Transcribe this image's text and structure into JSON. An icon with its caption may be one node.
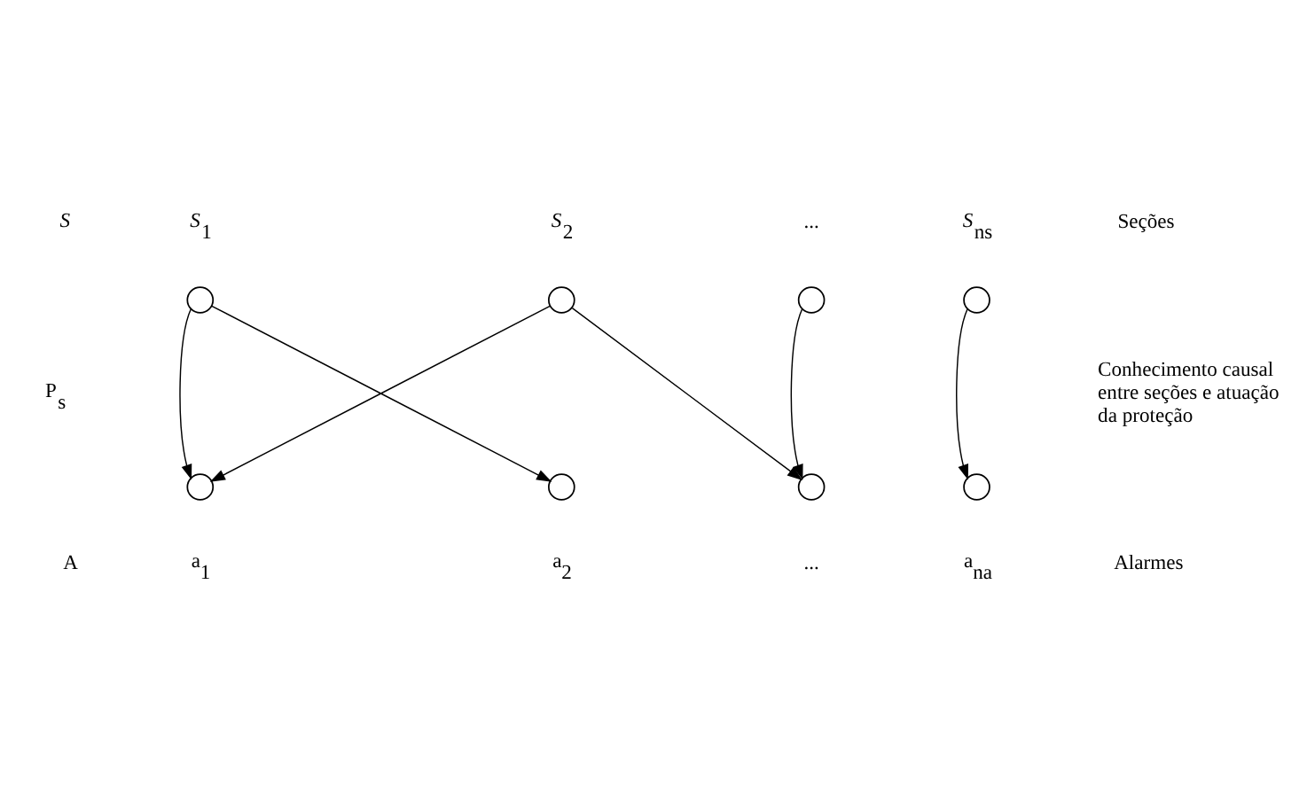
{
  "diagram": {
    "nodes": [
      {
        "text": [],
        "shape": "circle",
        "beside": [
          "*S*$_{1}$"
        ]
      },
      {
        "text": [],
        "shape": "circle",
        "beside": [
          "*S*$_{2}$"
        ]
      },
      {
        "text": [],
        "shape": "circle",
        "beside": [
          "..."
        ]
      },
      {
        "text": [],
        "shape": "circle",
        "beside": [
          "*S*$_{ns}$"
        ]
      },
      {
        "text": [],
        "shape": "circle",
        "beside": [
          "a$_{1}$"
        ]
      },
      {
        "text": [],
        "shape": "circle",
        "beside": [
          "a$_{2}$"
        ]
      },
      {
        "text": [],
        "shape": "circle",
        "beside": [
          "..."
        ]
      },
      {
        "text": [],
        "shape": "circle",
        "beside": [
          "a$_{na}$"
        ]
      }
    ],
    "edges": [
      {
        "from": 0,
        "to": 4,
        "arrow": "to"
      },
      {
        "from": 0,
        "to": 5,
        "arrow": "to"
      },
      {
        "from": 1,
        "to": 4,
        "arrow": "to"
      },
      {
        "from": 1,
        "to": 6,
        "arrow": "to"
      },
      {
        "from": 2,
        "to": 6,
        "arrow": "to"
      },
      {
        "from": 3,
        "to": 7,
        "arrow": "to"
      }
    ],
    "labels": [
      "*S*",
      "Seções",
      "P$_{s}$",
      "Conhecimento causal entre seções e atuação da proteção",
      "A",
      "Alarmes"
    ]
  }
}
